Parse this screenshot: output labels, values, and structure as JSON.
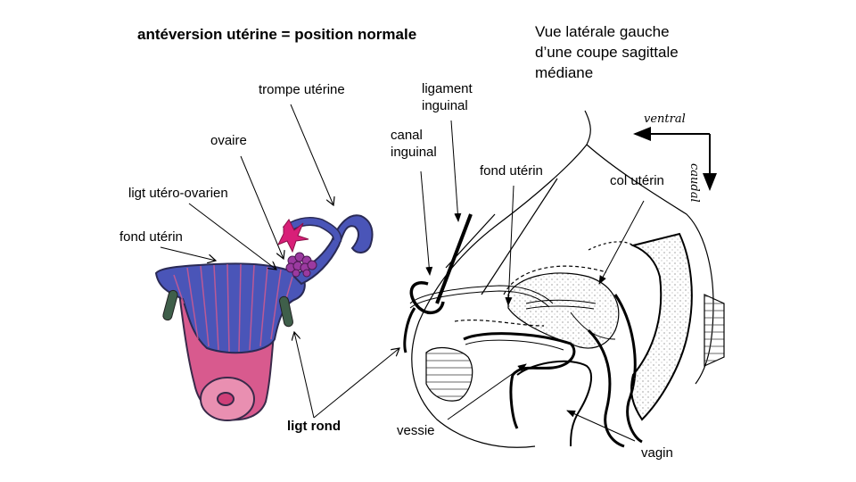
{
  "title": "antéversion utérine = position normale",
  "subtitle": [
    "Vue latérale gauche",
    "d’une coupe sagittale",
    "médiane"
  ],
  "left_labels": {
    "trompe": "trompe utérine",
    "ovaire": "ovaire",
    "ligt_utero_ovarien": "ligt utéro-ovarien",
    "fond_uterin": "fond utérin",
    "ligt_rond": "ligt rond"
  },
  "right_labels": {
    "ligament_inguinal": [
      "ligament",
      "inguinal"
    ],
    "canal_inguinal": [
      "canal",
      "inguinal"
    ],
    "fond_uterin": "fond utérin",
    "col_uterin": "col utérin",
    "vessie": "vessie",
    "vagin": "vagin"
  },
  "orientation": {
    "horizontal": "ventral",
    "vertical": "caudal"
  },
  "colors": {
    "uterus_pink": "#d85a8e",
    "uterus_blue": "#4a55b8",
    "ovary_purple": "#9b3aa0",
    "ligament_green": "#3f5f4a"
  }
}
